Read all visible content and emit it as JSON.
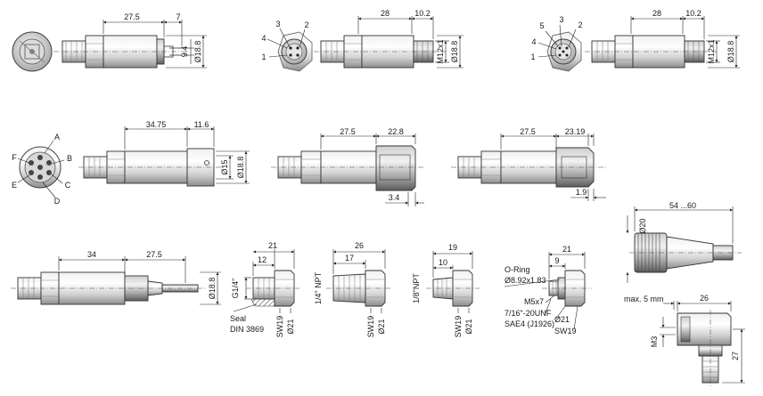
{
  "row1": {
    "a": {
      "d1": "27.5",
      "d2": "7",
      "d3": "9.4",
      "d4": "Ø18.8"
    },
    "b": {
      "pin1": "1",
      "pin2": "2",
      "pin3": "3",
      "pin4": "4",
      "d1": "28",
      "d2": "10.2",
      "d3": "M12x1",
      "d4": "Ø18.8"
    },
    "c": {
      "pin1": "1",
      "pin2": "2",
      "pin3": "3",
      "pin4": "4",
      "pin5": "5",
      "d1": "28",
      "d2": "10.2",
      "d3": "M12x1",
      "d4": "Ø18.8"
    }
  },
  "row2": {
    "d": {
      "pA": "A",
      "pB": "B",
      "pC": "C",
      "pD": "D",
      "pE": "E",
      "pF": "F",
      "d1": "34.75",
      "d2": "11.6",
      "d3": "Ø15",
      "d4": "Ø18.8"
    },
    "e": {
      "d1": "27.5",
      "d2": "22.8",
      "d3": "3.4"
    },
    "f": {
      "d1": "27.5",
      "d2": "23.19",
      "d3": "1.9"
    },
    "g": {
      "d1": "54 ...60",
      "d2": "Ø20"
    }
  },
  "row3": {
    "h": {
      "d1": "34",
      "d2": "27.5",
      "d3": "Ø18.8"
    },
    "i": {
      "d1": "21",
      "d2": "12",
      "d3": "G1/4\"",
      "seal": "Seal",
      "din": "DIN 3869",
      "sw": "SW19",
      "dia": "Ø21"
    },
    "j": {
      "d1": "26",
      "d2": "17",
      "d3": "1/4\" NPT",
      "sw": "SW19",
      "dia": "Ø21"
    },
    "k": {
      "d1": "19",
      "d2": "10",
      "d3": "1/8\"NPT",
      "sw": "SW19",
      "dia": "Ø21"
    },
    "l": {
      "d1": "21",
      "d2": "9",
      "oring": "O-Ring",
      "oring_size": "Ø8.92x1.83",
      "m5": "M5x7",
      "unf": "7/16\"-20UNF",
      "sae": "SAE4 (J1926)",
      "dia": "Ø21",
      "sw": "SW19"
    },
    "m": {
      "d1": "max. 5 mm",
      "d2": "26",
      "d3": "M3",
      "d4": "27"
    }
  }
}
